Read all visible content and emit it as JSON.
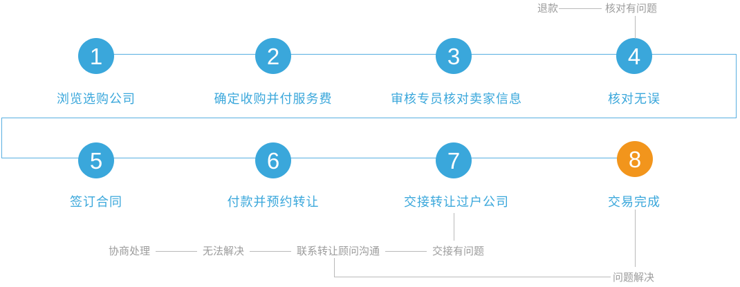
{
  "steps": [
    {
      "num": "1",
      "label": "浏览选购公司"
    },
    {
      "num": "2",
      "label": "确定收购并付服务费"
    },
    {
      "num": "3",
      "label": "审核专员核对卖家信息"
    },
    {
      "num": "4",
      "label": "核对无误"
    },
    {
      "num": "5",
      "label": "签订合同"
    },
    {
      "num": "6",
      "label": "付款并预约转让"
    },
    {
      "num": "7",
      "label": "交接转让过户公司"
    },
    {
      "num": "8",
      "label": "交易完成"
    }
  ],
  "annotations": {
    "refund": "退款",
    "check_problem": "核对有问题",
    "negotiate": "协商处理",
    "cannot_resolve": "无法解决",
    "contact_advisor": "联系转让顾问沟通",
    "handover_problem": "交接有问题",
    "problem_solved": "问题解决"
  },
  "colors": {
    "step_blue": "#3aa7db",
    "step_final_orange": "#f2951c",
    "label_blue": "#3aa7db",
    "connector_blue": "#56aee0",
    "annotation_gray": "#9c9c9c",
    "annotation_line_gray": "#b9b9b9"
  }
}
